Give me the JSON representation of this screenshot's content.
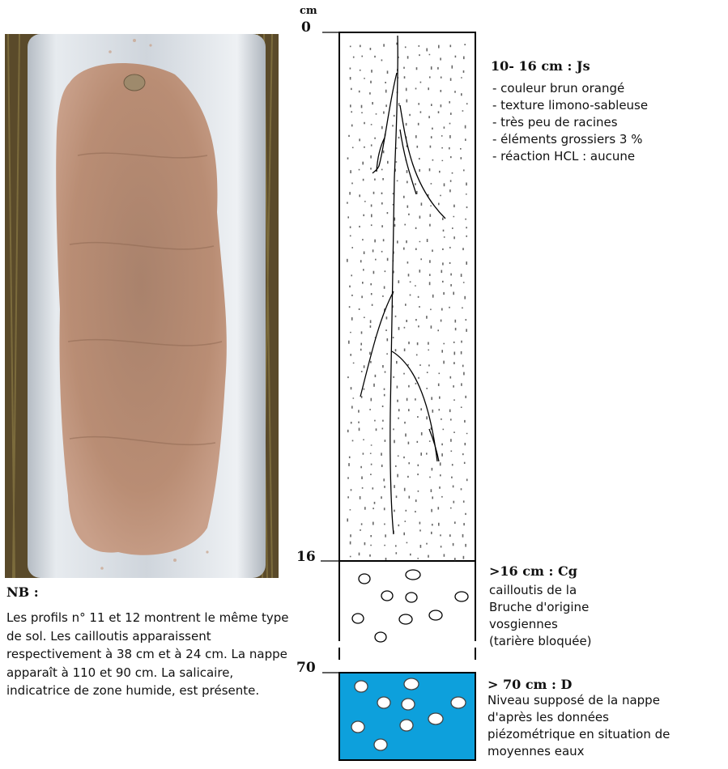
{
  "axis": {
    "unit": "cm",
    "ticks": [
      "0",
      "16",
      "70"
    ]
  },
  "horizons": [
    {
      "title": "10- 16 cm : Js",
      "lines": [
        "- couleur brun orangé",
        "- texture limono-sableuse",
        "- très peu de racines",
        "- éléments grossiers  3 %",
        "- réaction HCL : aucune"
      ]
    },
    {
      "title": ">16 cm : Cg",
      "lines": [
        "cailloutis de la",
        "Bruche d'origine",
        "vosgiennes",
        "(tarière bloquée)"
      ]
    },
    {
      "title": "> 70 cm : D",
      "lines": [
        "Niveau supposé de la nappe",
        "d'après les données",
        "piézométrique en situation de",
        "moyennes eaux"
      ]
    }
  ],
  "colors": {
    "water": "#0da0dc",
    "soil": "#b88a72",
    "tube": "#d9dee4"
  },
  "note": {
    "title": "NB :",
    "text": "Les profils n° 11 et 12 montrent le même type de sol. Les cailloutis apparaissent respectivement à 38 cm et à 24 cm. La nappe apparaît à 110 et 90 cm. La salicaire, indicatrice de zone humide, est présente."
  }
}
